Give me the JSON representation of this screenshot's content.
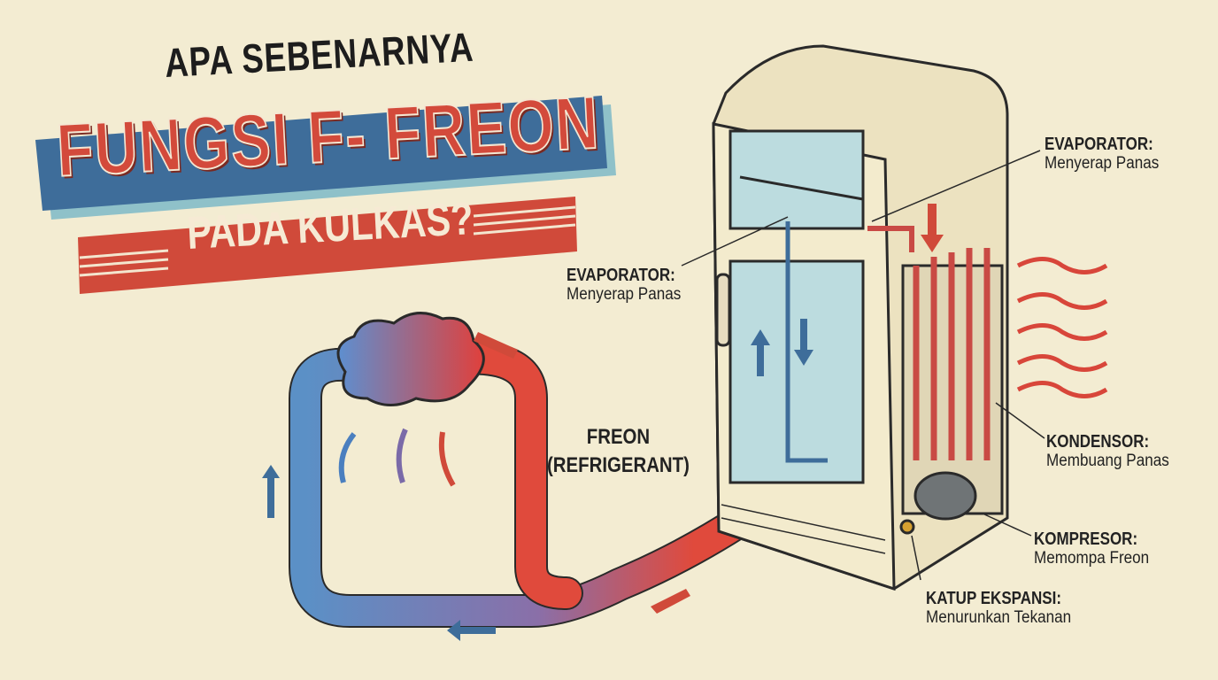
{
  "title": {
    "line1": "APA SEBENARNYA",
    "line2": "FUNGSI F- FREON",
    "line3": "PADA KULKAS?"
  },
  "freon_label": {
    "line1": "FREON",
    "line2": "(REFRIGERANT)"
  },
  "labels": [
    {
      "title": "EVAPORATOR:",
      "desc": "Menyerap Panas"
    },
    {
      "title": "EVAPORATOR:",
      "desc": "Menyerap Panas"
    },
    {
      "title": "KONDENSOR:",
      "desc": "Membuang Panas"
    },
    {
      "title": "KOMPRESOR:",
      "desc": "Memompa Freon"
    },
    {
      "title": "KATUP EKSPANSI:",
      "desc": "Menurunkan Tekanan"
    }
  ],
  "colors": {
    "background": "#f3ecd2",
    "blue": "#3f6f9c",
    "red": "#d34a3b",
    "fridge": "#efe6c6"
  }
}
